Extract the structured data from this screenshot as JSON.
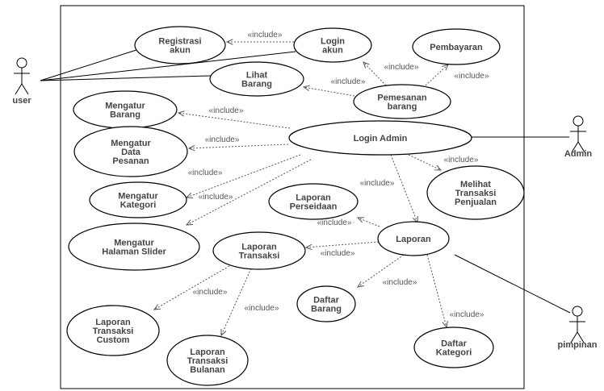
{
  "actors": [
    {
      "id": "user",
      "label": "user"
    },
    {
      "id": "admin",
      "label": "Admin"
    },
    {
      "id": "pimpinan",
      "label": "pimpinan"
    }
  ],
  "use_cases": [
    {
      "id": "registrasi",
      "lines": [
        "Registrasi",
        "akun"
      ]
    },
    {
      "id": "login",
      "lines": [
        "Login",
        "akun"
      ]
    },
    {
      "id": "pembayaran",
      "lines": [
        "Pembayaran"
      ]
    },
    {
      "id": "lihat_barang",
      "lines": [
        "Lihat",
        "Barang"
      ]
    },
    {
      "id": "pemesanan",
      "lines": [
        "Pemesanan",
        "barang"
      ]
    },
    {
      "id": "mengatur_barang",
      "lines": [
        "Mengatur",
        "Barang"
      ]
    },
    {
      "id": "login_admin",
      "lines": [
        "Login Admin"
      ]
    },
    {
      "id": "mengatur_pesanan",
      "lines": [
        "Mengatur",
        "Data",
        "Pesanan"
      ]
    },
    {
      "id": "melihat_transaksi",
      "lines": [
        "Melihat",
        "Transaksi",
        "Penjualan"
      ]
    },
    {
      "id": "mengatur_kategori",
      "lines": [
        "Mengatur",
        "Kategori"
      ]
    },
    {
      "id": "laporan_persediaan",
      "lines": [
        "Laporan",
        "Perseidaan"
      ]
    },
    {
      "id": "mengatur_slider",
      "lines": [
        "Mengatur",
        "Halaman Slider"
      ]
    },
    {
      "id": "laporan",
      "lines": [
        "Laporan"
      ]
    },
    {
      "id": "laporan_transaksi",
      "lines": [
        "Laporan",
        "Transaksi"
      ]
    },
    {
      "id": "daftar_barang",
      "lines": [
        "Daftar",
        "Barang"
      ]
    },
    {
      "id": "laporan_custom",
      "lines": [
        "Laporan",
        "Transaksi",
        "Custom"
      ]
    },
    {
      "id": "daftar_kategori",
      "lines": [
        "Daftar",
        "Kategori"
      ]
    },
    {
      "id": "laporan_bulanan",
      "lines": [
        "Laporan",
        "Transaksi",
        "Bulanan"
      ]
    }
  ],
  "associations": [
    {
      "actor": "user",
      "use_case": "registrasi"
    },
    {
      "actor": "user",
      "use_case": "login"
    },
    {
      "actor": "user",
      "use_case": "lihat_barang"
    },
    {
      "actor": "admin",
      "use_case": "login_admin"
    },
    {
      "actor": "pimpinan",
      "use_case": "laporan"
    }
  ],
  "include_label": "«include»",
  "includes": [
    {
      "from": "login",
      "to": "registrasi"
    },
    {
      "from": "pemesanan",
      "to": "login"
    },
    {
      "from": "pemesanan",
      "to": "pembayaran"
    },
    {
      "from": "pemesanan",
      "to": "lihat_barang"
    },
    {
      "from": "login_admin",
      "to": "mengatur_barang"
    },
    {
      "from": "login_admin",
      "to": "mengatur_pesanan"
    },
    {
      "from": "login_admin",
      "to": "mengatur_kategori"
    },
    {
      "from": "login_admin",
      "to": "mengatur_slider"
    },
    {
      "from": "login_admin",
      "to": "melihat_transaksi"
    },
    {
      "from": "login_admin",
      "to": "laporan"
    },
    {
      "from": "laporan",
      "to": "laporan_persediaan"
    },
    {
      "from": "laporan",
      "to": "laporan_transaksi"
    },
    {
      "from": "laporan",
      "to": "daftar_barang"
    },
    {
      "from": "laporan",
      "to": "daftar_kategori"
    },
    {
      "from": "laporan_transaksi",
      "to": "laporan_custom"
    },
    {
      "from": "laporan_transaksi",
      "to": "laporan_bulanan"
    }
  ]
}
